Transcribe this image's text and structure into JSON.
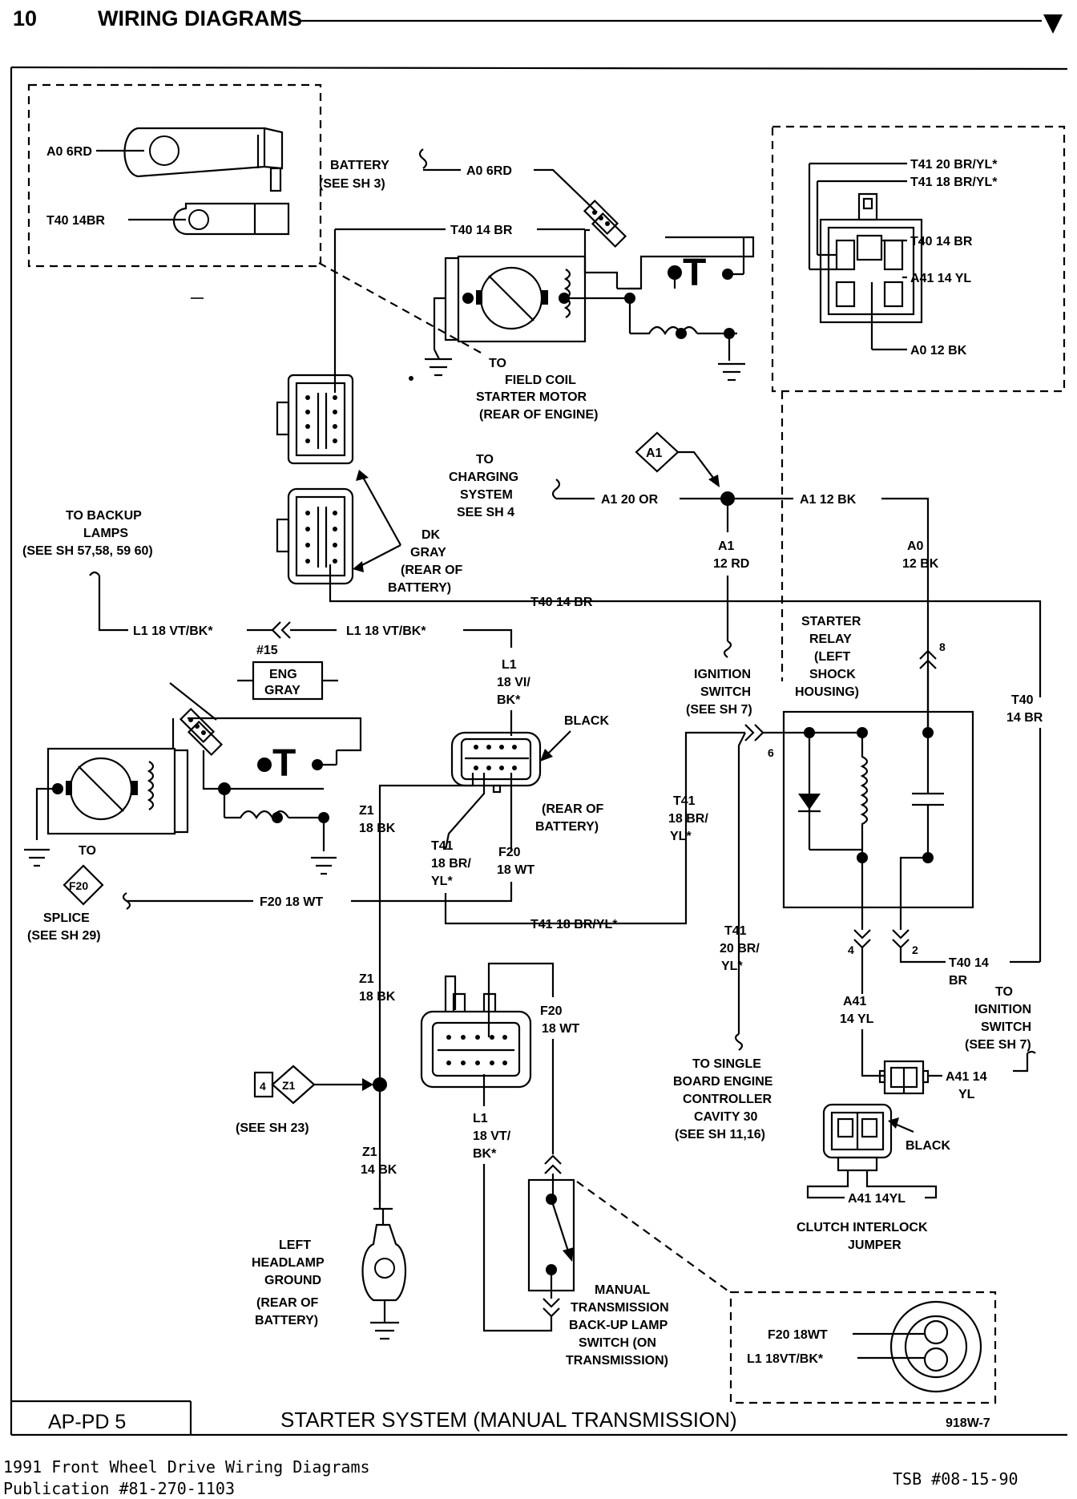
{
  "header": {
    "page_number": "10",
    "section_title": "WIRING DIAGRAMS"
  },
  "labels": {
    "a0_6rd_cable": "A0 6RD",
    "t40_14br_cable": "T40 14BR",
    "battery_1": "BATTERY",
    "battery_2": "(SEE SH 3)",
    "a0_6rd_top": "A0 6RD",
    "t40_14br_top": "T40 14 BR",
    "field_coil_1": "TO",
    "field_coil_2": "FIELD COIL",
    "field_coil_3": "STARTER MOTOR",
    "field_coil_4": "(REAR OF ENGINE)",
    "conn_t41_20": "T41 20 BR/YL*",
    "conn_t41_18": "T41 18 BR/YL*",
    "conn_t40_14": "T40 14 BR",
    "conn_a41_14": "A41 14 YL",
    "conn_a0_12": "A0 12 BK",
    "a1_marker": "A1",
    "charging_1": "TO",
    "charging_2": "CHARGING",
    "charging_3": "SYSTEM",
    "charging_4": "SEE SH 4",
    "a1_20_or": "A1 20 OR",
    "a1_12_bk": "A1 12 BK",
    "a1_12rd_1": "A1",
    "a1_12rd_2": "12 RD",
    "a0_12bk_1": "A0",
    "a0_12bk_2": "12 BK",
    "backup_1": "TO BACKUP",
    "backup_2": "LAMPS",
    "backup_3": "(SEE SH 57,58, 59 60)",
    "dk_gray_1": "DK",
    "dk_gray_2": "GRAY",
    "dk_gray_3": "(REAR OF",
    "dk_gray_4": "BATTERY)",
    "t40_14br_mid": "T40 14 BR",
    "l1_left": "L1 18 VT/BK*",
    "l1_right": "L1 18 VT/BK*",
    "eng_num": "#15",
    "eng_1": "ENG",
    "eng_2": "GRAY",
    "l1_vert_1": "L1",
    "l1_vert_2": "18 VI/",
    "l1_vert_3": "BK*",
    "black_upper": "BLACK",
    "rear_batt_1": "(REAR OF",
    "rear_batt_2": "BATTERY)",
    "ign_sw_1": "IGNITION",
    "ign_sw_2": "SWITCH",
    "ign_sw_3": "(SEE SH 7)",
    "relay_1": "STARTER",
    "relay_2": "RELAY",
    "relay_3": "(LEFT",
    "relay_4": "SHOCK",
    "relay_5": "HOUSING)",
    "t40_right_1": "T40",
    "t40_right_2": "14 BR",
    "pin_8": "8",
    "pin_6": "6",
    "pin_4": "4",
    "pin_2": "2",
    "z1_upper_1": "Z1",
    "z1_upper_2": "18 BK",
    "t41_mid_1": "T41",
    "t41_mid_2": "18 BR/",
    "t41_mid_3": "YL*",
    "f20_mid_1": "F20",
    "f20_mid_2": "18 WT",
    "t41_relay_1": "T41",
    "t41_relay_2": "18 BR/",
    "t41_relay_3": "YL*",
    "to_left": "TO",
    "f20_marker": "F20",
    "splice_1": "SPLICE",
    "splice_2": "(SEE SH 29)",
    "f20_18wt_horiz": "F20 18 WT",
    "t41_18_horiz": "T41 18 BR/YL*",
    "t41_20_1": "T41",
    "t41_20_2": "20 BR/",
    "t41_20_3": "YL*",
    "t40_low_1": "T40 14",
    "t40_low_2": "BR",
    "z1_lower_1": "Z1",
    "z1_lower_2": "18 BK",
    "f20_lower_1": "F20",
    "f20_lower_2": "18 WT",
    "a41_1": "A41",
    "a41_2": "14 YL",
    "to_ign_1": "TO",
    "to_ign_2": "IGNITION",
    "to_ign_3": "SWITCH",
    "to_ign_4": "(SEE SH 7)",
    "z1_pin": "4",
    "z1_marker": "Z1",
    "see_sh23": "(SEE SH 23)",
    "sbec_1": "TO SINGLE",
    "sbec_2": "BOARD ENGINE",
    "sbec_3": "CONTROLLER",
    "sbec_4": "CAVITY 30",
    "sbec_5": "(SEE SH 11,16)",
    "a41_14_1": "A41 14",
    "a41_14_2": "YL",
    "l1_lower_1": "L1",
    "l1_lower_2": "18 VT/",
    "l1_lower_3": "BK*",
    "black_lower": "BLACK",
    "z1_bottom_1": "Z1",
    "z1_bottom_2": "14 BK",
    "a41_14yl": "A41 14YL",
    "clutch_1": "CLUTCH INTERLOCK",
    "clutch_2": "JUMPER",
    "headlamp_1": "LEFT",
    "headlamp_2": "HEADLAMP",
    "headlamp_3": "GROUND",
    "headlamp_4": "(REAR OF",
    "headlamp_5": "BATTERY)",
    "manual_1": "MANUAL",
    "manual_2": "TRANSMISSION",
    "manual_3": "BACK-UP LAMP",
    "manual_4": "SWITCH (ON",
    "manual_5": "TRANSMISSION)",
    "detail_f20": "F20 18WT",
    "detail_l1": "L1 18VT/BK*"
  },
  "footer": {
    "page_code": "AP-PD 5",
    "diagram_title": "STARTER SYSTEM (MANUAL TRANSMISSION)",
    "drawing_number": "918W-7",
    "publication_line1": "1991 Front Wheel Drive Wiring Diagrams",
    "publication_line2": "Publication #81-270-1103",
    "tsb": "TSB #08-15-90"
  }
}
